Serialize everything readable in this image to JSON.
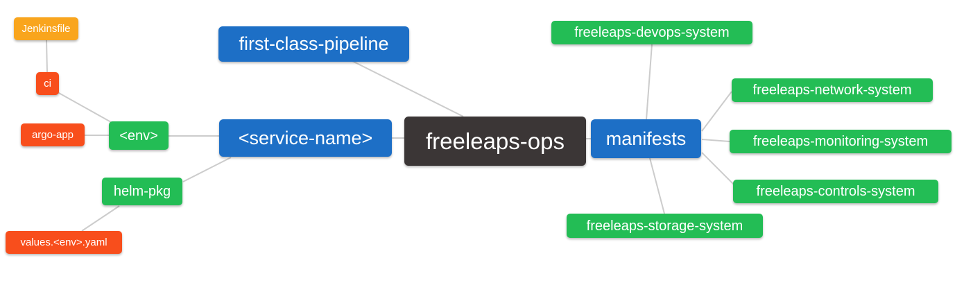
{
  "diagram": {
    "type": "mindmap",
    "root": "freeleaps-ops",
    "colors": {
      "root_bg": "#3B3636",
      "branch_blue": "#1D6FC6",
      "leaf_green": "#23BD55",
      "leaf_orange": "#F9A51D",
      "leaf_red_orange": "#F84E1C",
      "edge": "#CCCCCC",
      "node_text": "#FFFFFF",
      "background": "#FFFFFF"
    }
  },
  "nodes": {
    "root": {
      "label": "freeleaps-ops"
    },
    "first_class_pipeline": {
      "label": "first-class-pipeline"
    },
    "service_name": {
      "label": "<service-name>"
    },
    "env": {
      "label": "<env>"
    },
    "ci": {
      "label": "ci"
    },
    "jenkinsfile": {
      "label": "Jenkinsfile"
    },
    "argo_app": {
      "label": "argo-app"
    },
    "helm_pkg": {
      "label": "helm-pkg"
    },
    "values_env_yaml": {
      "label": "values.<env>.yaml"
    },
    "manifests": {
      "label": "manifests"
    },
    "devops_system": {
      "label": "freeleaps-devops-system"
    },
    "network_system": {
      "label": "freeleaps-network-system"
    },
    "monitoring_system": {
      "label": "freeleaps-monitoring-system"
    },
    "controls_system": {
      "label": "freeleaps-controls-system"
    },
    "storage_system": {
      "label": "freeleaps-storage-system"
    }
  },
  "edges": [
    [
      "jenkinsfile",
      "ci"
    ],
    [
      "ci",
      "env"
    ],
    [
      "argo_app",
      "env"
    ],
    [
      "env",
      "service_name"
    ],
    [
      "helm_pkg",
      "service_name"
    ],
    [
      "values_env_yaml",
      "helm_pkg"
    ],
    [
      "first_class_pipeline",
      "root"
    ],
    [
      "service_name",
      "root"
    ],
    [
      "root",
      "manifests"
    ],
    [
      "manifests",
      "devops_system"
    ],
    [
      "manifests",
      "network_system"
    ],
    [
      "manifests",
      "monitoring_system"
    ],
    [
      "manifests",
      "controls_system"
    ],
    [
      "manifests",
      "storage_system"
    ]
  ]
}
